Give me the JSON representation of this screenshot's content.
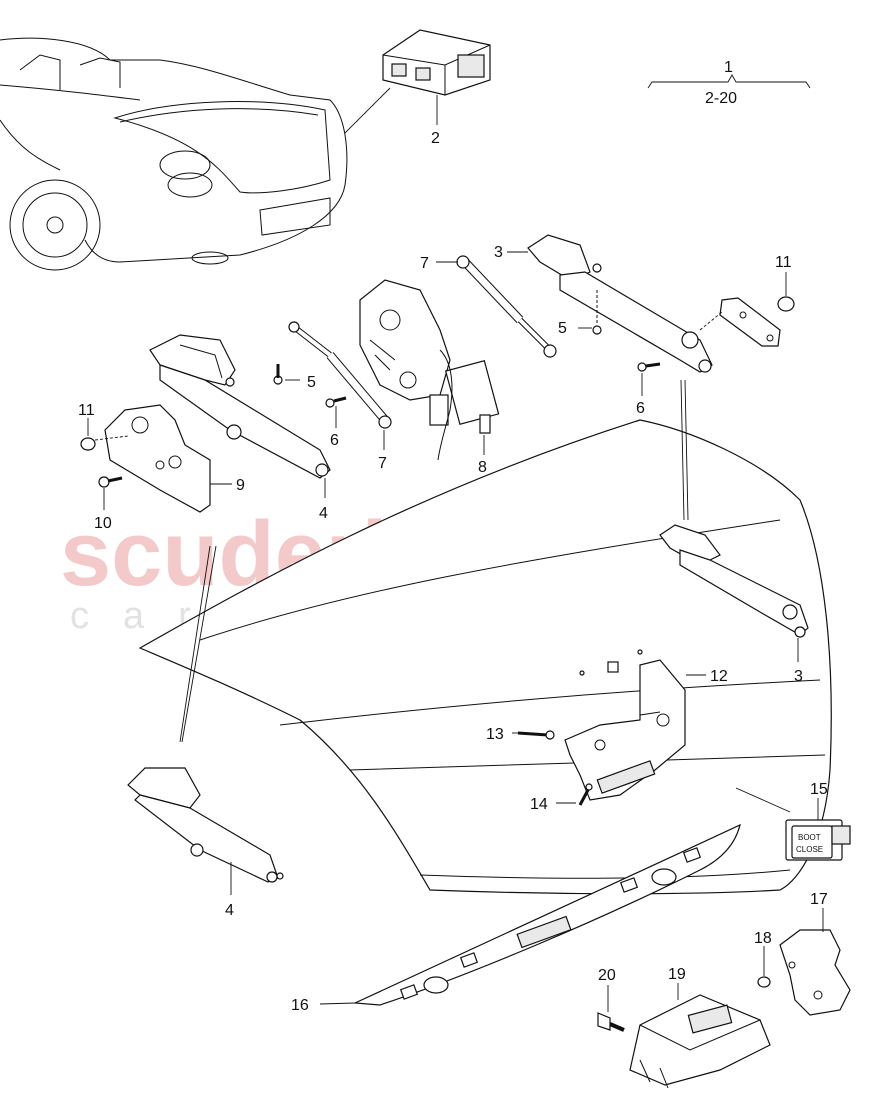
{
  "watermark": {
    "brand": "scuderia",
    "sub": "car parts"
  },
  "header_callout": {
    "top": "1",
    "bottom": "2-20"
  },
  "button_text": {
    "line1": "BOOT",
    "line2": "CLOSE"
  },
  "callouts": [
    {
      "id": "c2",
      "text": "2"
    },
    {
      "id": "c3a",
      "text": "3"
    },
    {
      "id": "c3b",
      "text": "3"
    },
    {
      "id": "c4a",
      "text": "4"
    },
    {
      "id": "c4b",
      "text": "4"
    },
    {
      "id": "c5a",
      "text": "5"
    },
    {
      "id": "c5b",
      "text": "5"
    },
    {
      "id": "c6a",
      "text": "6"
    },
    {
      "id": "c6b",
      "text": "6"
    },
    {
      "id": "c7a",
      "text": "7"
    },
    {
      "id": "c7b",
      "text": "7"
    },
    {
      "id": "c8",
      "text": "8"
    },
    {
      "id": "c9",
      "text": "9"
    },
    {
      "id": "c10",
      "text": "10"
    },
    {
      "id": "c11a",
      "text": "11"
    },
    {
      "id": "c11b",
      "text": "11"
    },
    {
      "id": "c12",
      "text": "12"
    },
    {
      "id": "c13",
      "text": "13"
    },
    {
      "id": "c14",
      "text": "14"
    },
    {
      "id": "c15",
      "text": "15"
    },
    {
      "id": "c16",
      "text": "16"
    },
    {
      "id": "c17",
      "text": "17"
    },
    {
      "id": "c18",
      "text": "18"
    },
    {
      "id": "c19",
      "text": "19"
    },
    {
      "id": "c20",
      "text": "20"
    }
  ]
}
